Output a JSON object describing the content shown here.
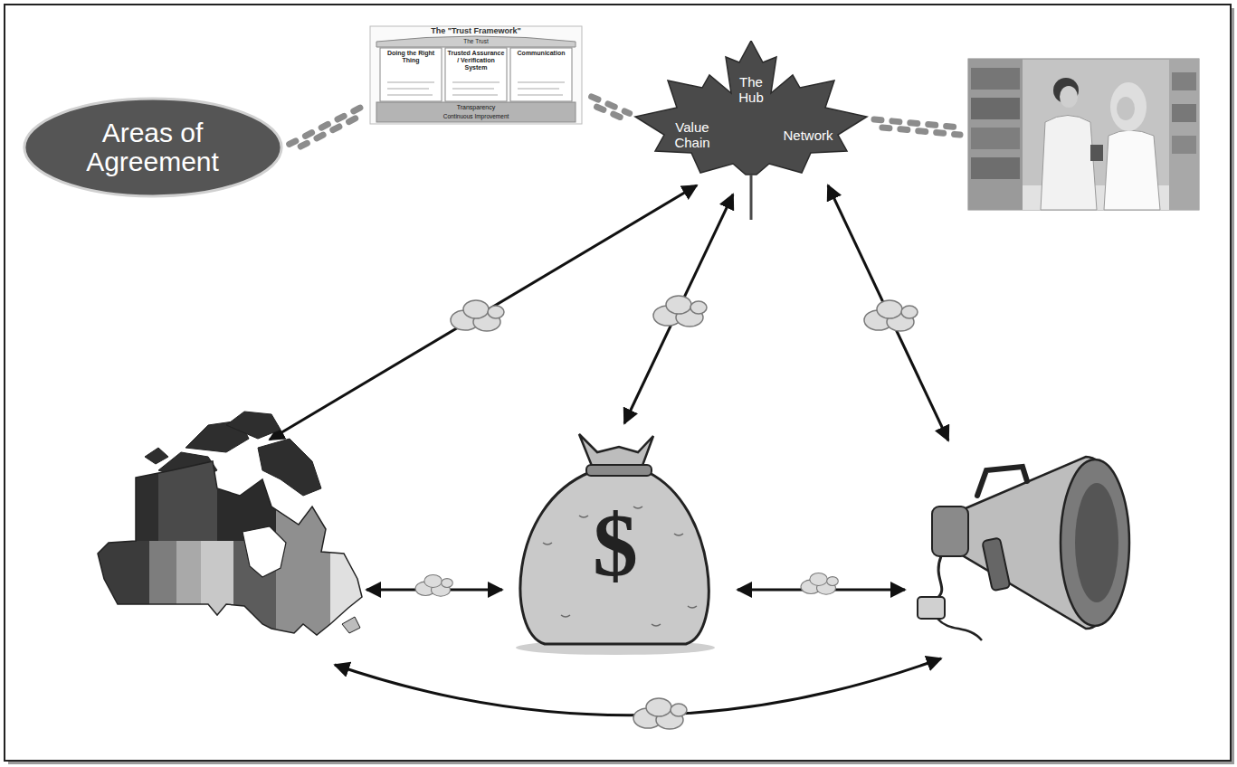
{
  "diagram": {
    "nodes": [
      {
        "text": [
          "Areas of Agreement"
        ]
      },
      {
        "text": [
          "The \"Trust Framework\"",
          "The Trust",
          "Doing the Right Thing",
          "Trusted Assurance / Verification System",
          "Communication",
          "Transparency",
          "Continuous Improvement"
        ]
      },
      {
        "text": [
          "The Hub",
          "Value Chain",
          "Network"
        ]
      }
    ],
    "edges": [
      {
        "from": 0,
        "to": 1,
        "arrow": "none"
      },
      {
        "from": 1,
        "to": 2,
        "arrow": "none"
      }
    ],
    "labels": [
      "$"
    ]
  }
}
